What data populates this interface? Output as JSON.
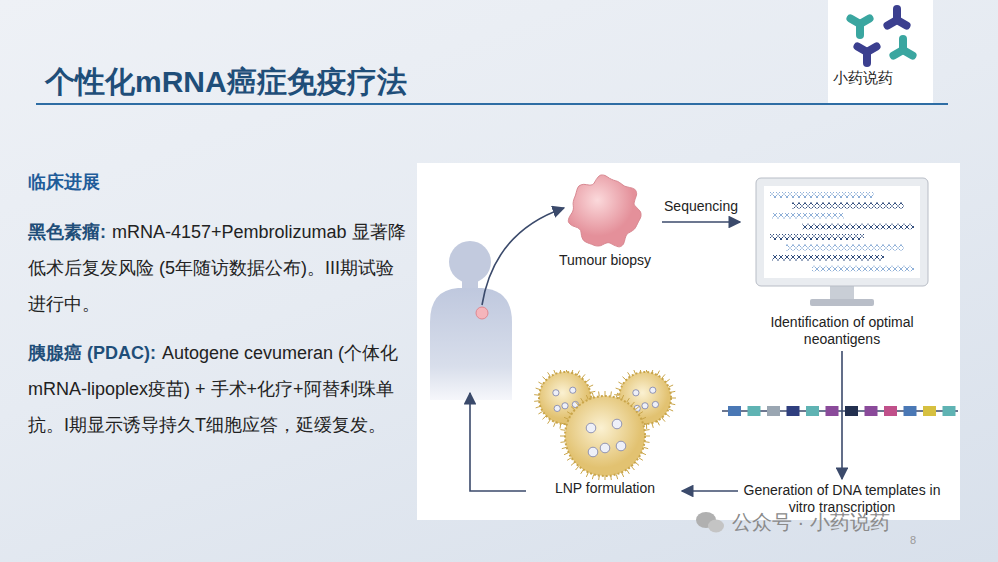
{
  "diagram": {
    "title": "个性化mRNA癌症免疫疗法",
    "nodes": [
      {
        "text": [
          "Tumour biopsy"
        ]
      },
      {
        "text": [
          "Identification of optimal neoantigens"
        ]
      },
      {
        "text": [
          "Generation of DNA templates in vitro transcription"
        ]
      },
      {
        "text": [
          "LNP formulation"
        ]
      }
    ],
    "edges": [
      {
        "from": 0,
        "to": 1,
        "label": "Sequencing",
        "arrow": "to"
      },
      {
        "from": 1,
        "to": 2,
        "arrow": "to"
      },
      {
        "from": 2,
        "to": 3,
        "arrow": "to"
      }
    ],
    "labels": [
      "临床进展",
      "黑色素瘤:",
      "mRNA-4157+Pembrolizumab 显著降低术后复发风险 (5年随访数据公布)。III期试验进行中。",
      "胰腺癌 (PDAC):",
      "Autogene cevumeran (个体化mRNA-lipoplex疫苗) + 手术+化疗+阿替利珠单抗。I期显示诱导持久T细胞应答，延缓复发。",
      "小药说药",
      "公众号 · 小药说药",
      "8"
    ]
  }
}
